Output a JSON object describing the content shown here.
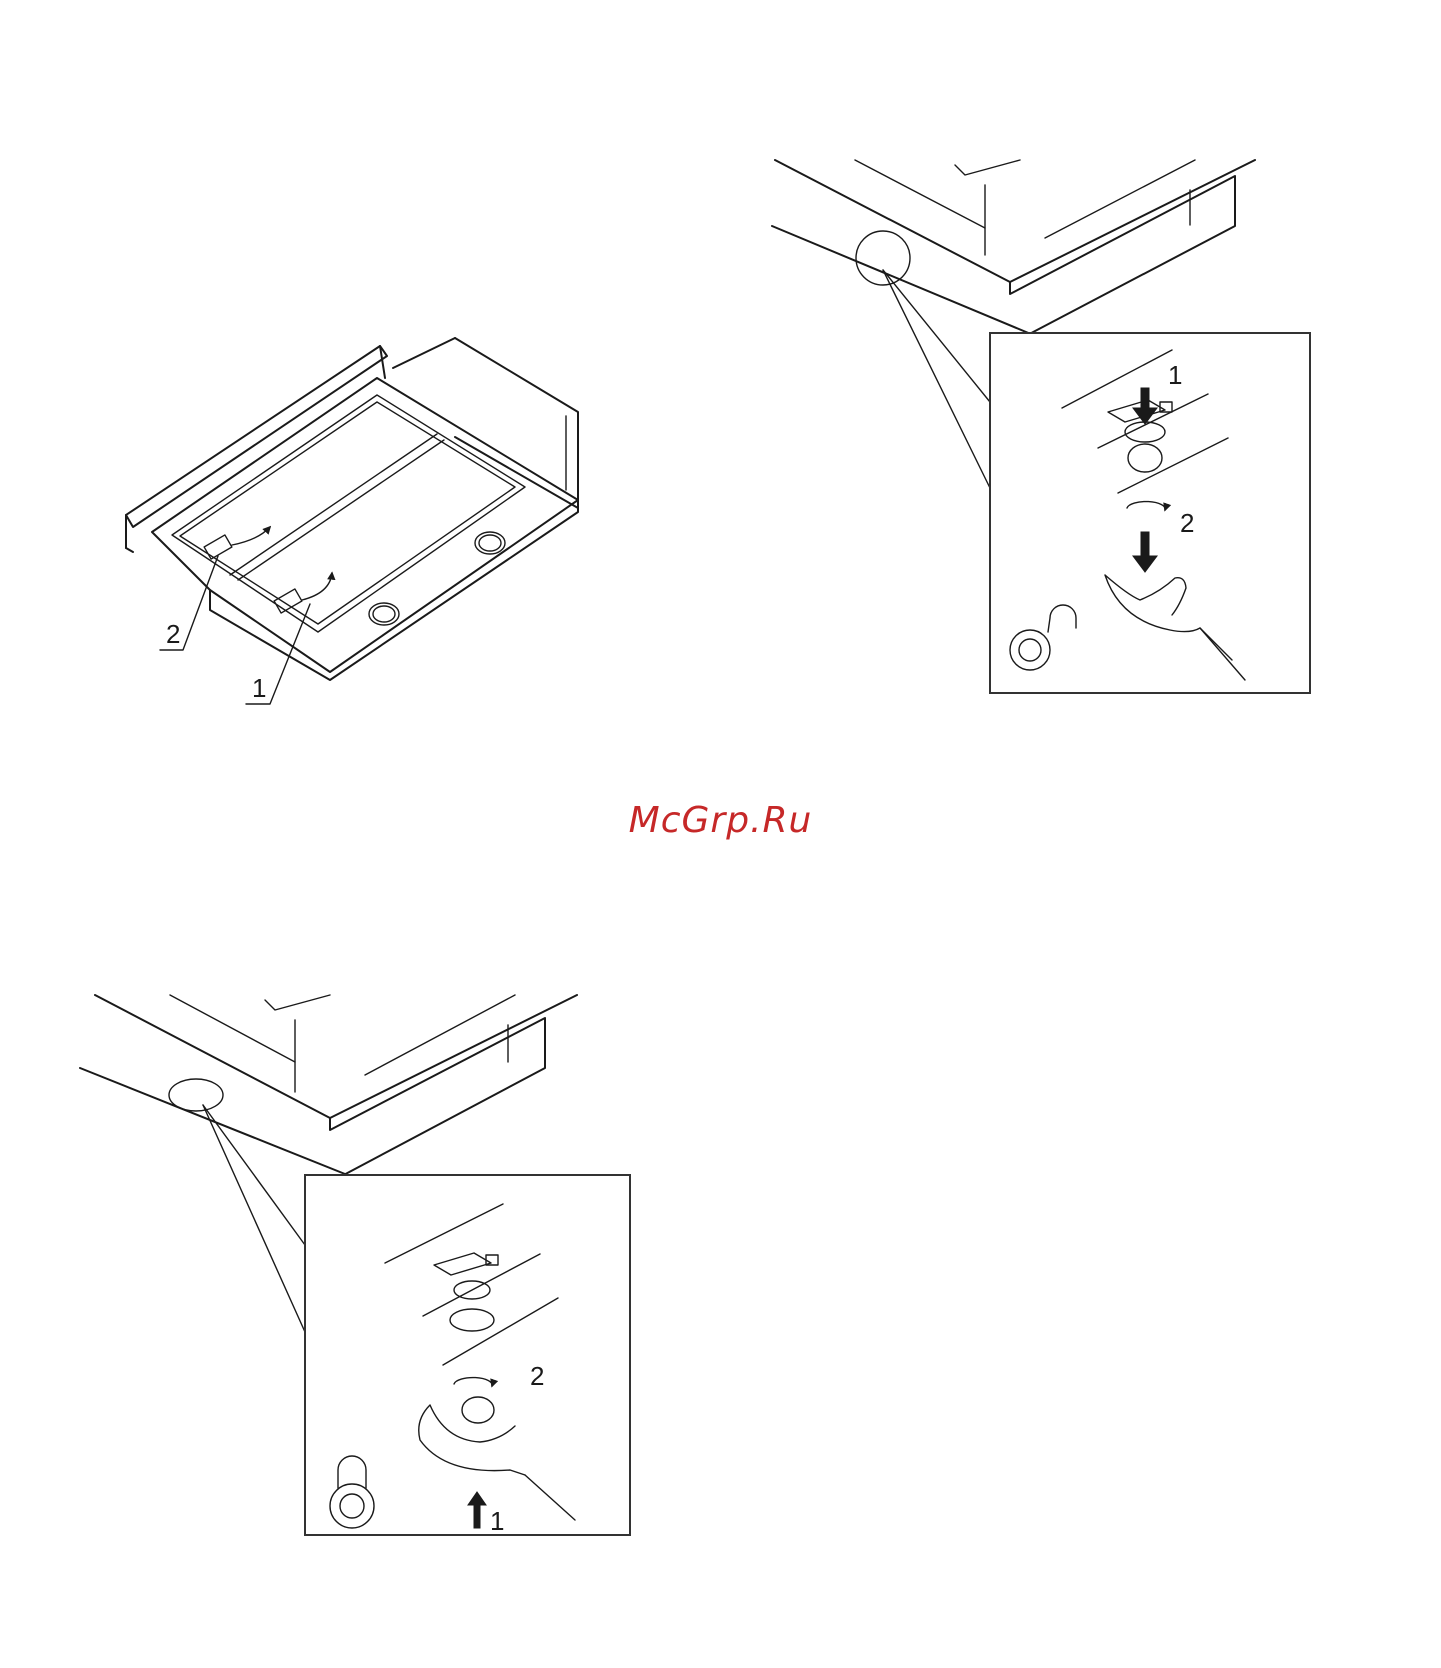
{
  "watermark": {
    "text": "McGrp.Ru",
    "color": "#c62828"
  },
  "figure_1": {
    "callouts": [
      {
        "label": "2"
      },
      {
        "label": "1"
      }
    ]
  },
  "figure_2": {
    "step_labels": [
      {
        "label": "1"
      },
      {
        "label": "2"
      }
    ],
    "lock_icon": "unlocked-padlock-icon"
  },
  "figure_3": {
    "step_labels": [
      {
        "label": "2"
      },
      {
        "label": "1"
      }
    ],
    "lock_icon": "locked-padlock-icon"
  }
}
